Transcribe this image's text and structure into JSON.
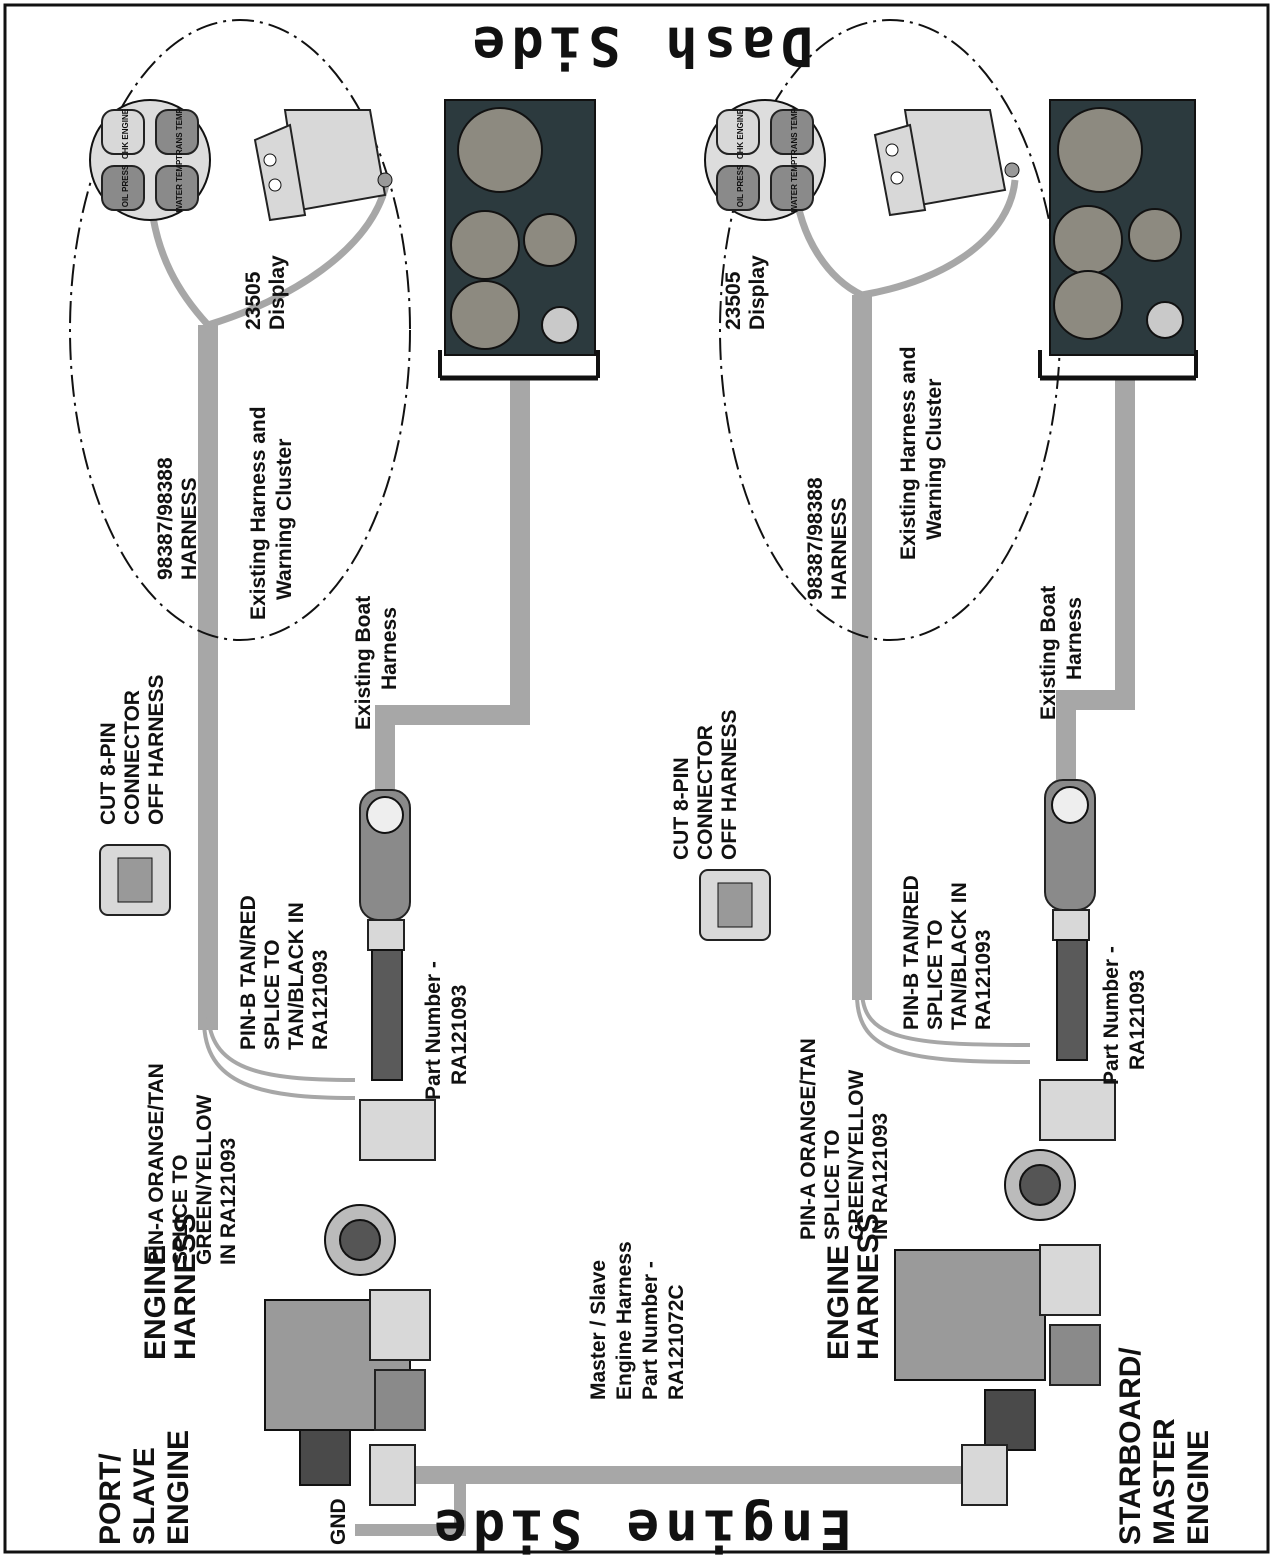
{
  "side_labels": {
    "dash": "Dash Side",
    "engine": "Engine Side"
  },
  "port": {
    "engine_label_lines": [
      "PORT/",
      "SLAVE",
      "ENGINE"
    ],
    "display_label_lines": [
      "23505",
      "Display"
    ],
    "harness_label_lines": [
      "98387/98388",
      "HARNESS"
    ],
    "warning_label_lines": [
      "Existing Harness and",
      "Warning Cluster"
    ],
    "boat_harness_lines": [
      "Existing Boat",
      "Harness"
    ],
    "cut_connector_lines": [
      "CUT 8-PIN",
      "CONNECTOR",
      "OFF HARNESS"
    ],
    "pin_b_lines": [
      "PIN-B TAN/RED",
      "SPLICE TO",
      "TAN/BLACK IN",
      "RA121093"
    ],
    "pin_a_lines": [
      "PIN-A ORANGE/TAN",
      "SPLICE TO",
      "GREEN/YELLOW",
      "IN RA121093"
    ],
    "part_number_lines": [
      "Part Number -",
      "RA121093"
    ],
    "engine_harness_lines": [
      "ENGINE",
      "HARNESS"
    ],
    "gnd_label": "GND"
  },
  "starboard": {
    "engine_label_lines": [
      "STARBOARD/",
      "MASTER",
      "ENGINE"
    ],
    "display_label_lines": [
      "23505",
      "Display"
    ],
    "harness_label_lines": [
      "98387/98388",
      "HARNESS"
    ],
    "warning_label_lines": [
      "Existing Harness and",
      "Warning Cluster"
    ],
    "boat_harness_lines": [
      "Existing Boat",
      "Harness"
    ],
    "cut_connector_lines": [
      "CUT 8-PIN",
      "CONNECTOR",
      "OFF HARNESS"
    ],
    "pin_b_lines": [
      "PIN-B TAN/RED",
      "SPLICE TO",
      "TAN/BLACK IN",
      "RA121093"
    ],
    "pin_a_lines": [
      "PIN-A ORANGE/TAN",
      "SPLICE TO",
      "GREEN/YELLOW",
      "IN RA121093"
    ],
    "part_number_lines": [
      "Part Number -",
      "RA121093"
    ],
    "engine_harness_lines": [
      "ENGINE",
      "HARNESS"
    ]
  },
  "master_slave": {
    "lines": [
      "Master / Slave",
      "Engine Harness",
      "Part Number -",
      "RA121072C"
    ]
  },
  "display_buttons": [
    "CHK ENGINE",
    "TRANS TEMP",
    "OIL PRESS",
    "WATER TEMP"
  ]
}
